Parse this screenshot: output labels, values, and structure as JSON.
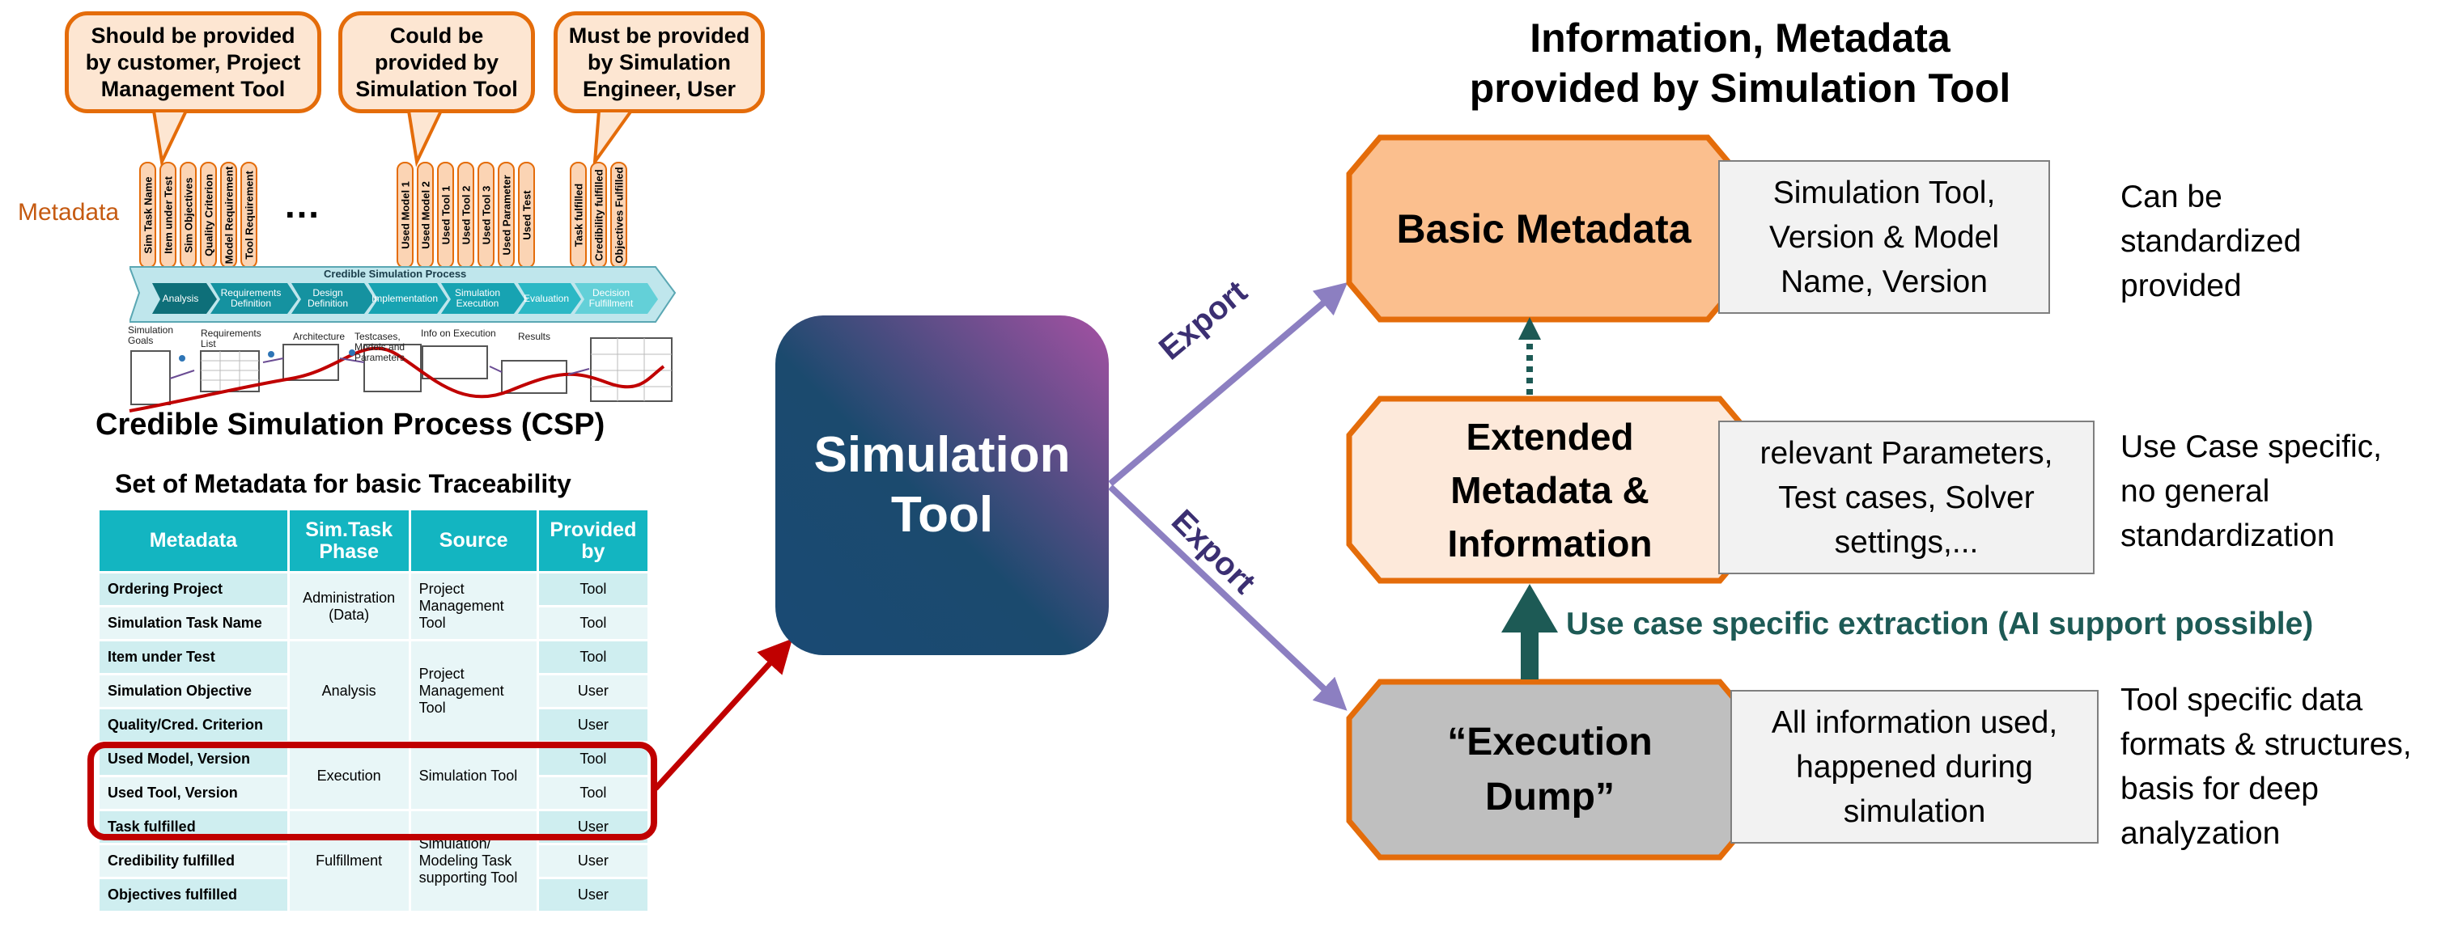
{
  "callouts": {
    "customer": "Should be provided\nby customer, Project\nManagement Tool",
    "simtool": "Could be\nprovided by\nSimulation Tool",
    "engineer": "Must be provided\nby Simulation\nEngineer, User"
  },
  "metadata_label": "Metadata",
  "ellipsis": "…",
  "tabs_group1": [
    "Sim Task Name",
    "Item under Test",
    "Sim Objectives",
    "Quality Criterion",
    "Model Requirement",
    "Tool Requirement"
  ],
  "tabs_group2": [
    "Used Model 1",
    "Used Model 2",
    "Used Tool 1",
    "Used Tool 2",
    "Used Tool 3",
    "Used Parameter",
    "Used Test"
  ],
  "tabs_group3": [
    "Task fulfilled",
    "Credibility fulfilled",
    "Objectives Fulfilled"
  ],
  "process": {
    "banner": "Credible Simulation Process",
    "phases": [
      "Analysis",
      "Requirements Definition",
      "Design Definition",
      "Implementation",
      "Simulation Execution",
      "Evaluation",
      "Decision Fulfillment"
    ],
    "sketch_labels": [
      "Simulation Goals",
      "Requirements List",
      "Architecture",
      "Testcases, Models and Parameters",
      "Info on Execution",
      "Results"
    ]
  },
  "csp_title": "Credible Simulation Process (CSP)",
  "table": {
    "title": "Set of Metadata for basic Traceability",
    "headers": [
      "Metadata",
      "Sim.Task Phase",
      "Source",
      "Provided by"
    ],
    "rows": [
      {
        "metadata": "Ordering Project",
        "provided": "Tool"
      },
      {
        "metadata": "Simulation Task Name",
        "provided": "Tool"
      },
      {
        "metadata": "Item under Test",
        "provided": "Tool"
      },
      {
        "metadata": "Simulation Objective",
        "provided": "User"
      },
      {
        "metadata": "Quality/Cred. Criterion",
        "provided": "User"
      },
      {
        "metadata": "Used Model, Version",
        "provided": "Tool"
      },
      {
        "metadata": "Used Tool, Version",
        "provided": "Tool"
      },
      {
        "metadata": "Task fulfilled",
        "provided": "User"
      },
      {
        "metadata": "Credibility fulfilled",
        "provided": "User"
      },
      {
        "metadata": "Objectives fulfilled",
        "provided": "User"
      }
    ],
    "groups": {
      "admin_phase": "Administration\n(Data)",
      "admin_source": "Project\nManagement\nTool",
      "analysis_phase": "Analysis",
      "analysis_source": "Project\nManagement\nTool",
      "execution_phase": "Execution",
      "execution_source": "Simulation Tool",
      "fulfillment_phase": "Fulfillment",
      "fulfillment_source": "Simulation/\nModeling Task\nsupporting Tool"
    }
  },
  "center": {
    "tool_label": "Simulation\nTool"
  },
  "arrows": {
    "export_upper": "Export",
    "export_lower": "Export",
    "extraction": "Use case specific extraction (AI support possible)"
  },
  "right": {
    "title": "Information, Metadata\nprovided by Simulation Tool",
    "basic": {
      "label": "Basic Metadata",
      "detail": "Simulation Tool,\nVersion & Model\nName, Version",
      "note": "Can be\nstandardized\nprovided"
    },
    "extended": {
      "label": "Extended\nMetadata &\nInformation",
      "detail": "relevant Parameters,\nTest cases, Solver\nsettings,...",
      "note": "Use Case specific,\nno general\nstandardization"
    },
    "dump": {
      "label": "“Execution\nDump”",
      "detail": "All information used,\nhappened during\nsimulation",
      "note": "Tool specific data\nformats & structures,\nbasis for deep\nanalyzation"
    }
  },
  "colors": {
    "orange_border": "#e46c0a",
    "orange_fill": "#fbd4b4",
    "teal_header": "#13b5c1",
    "highlight_red": "#c00000",
    "export_arrow": "#8c7fc1",
    "extraction_green": "#1d5a55"
  }
}
